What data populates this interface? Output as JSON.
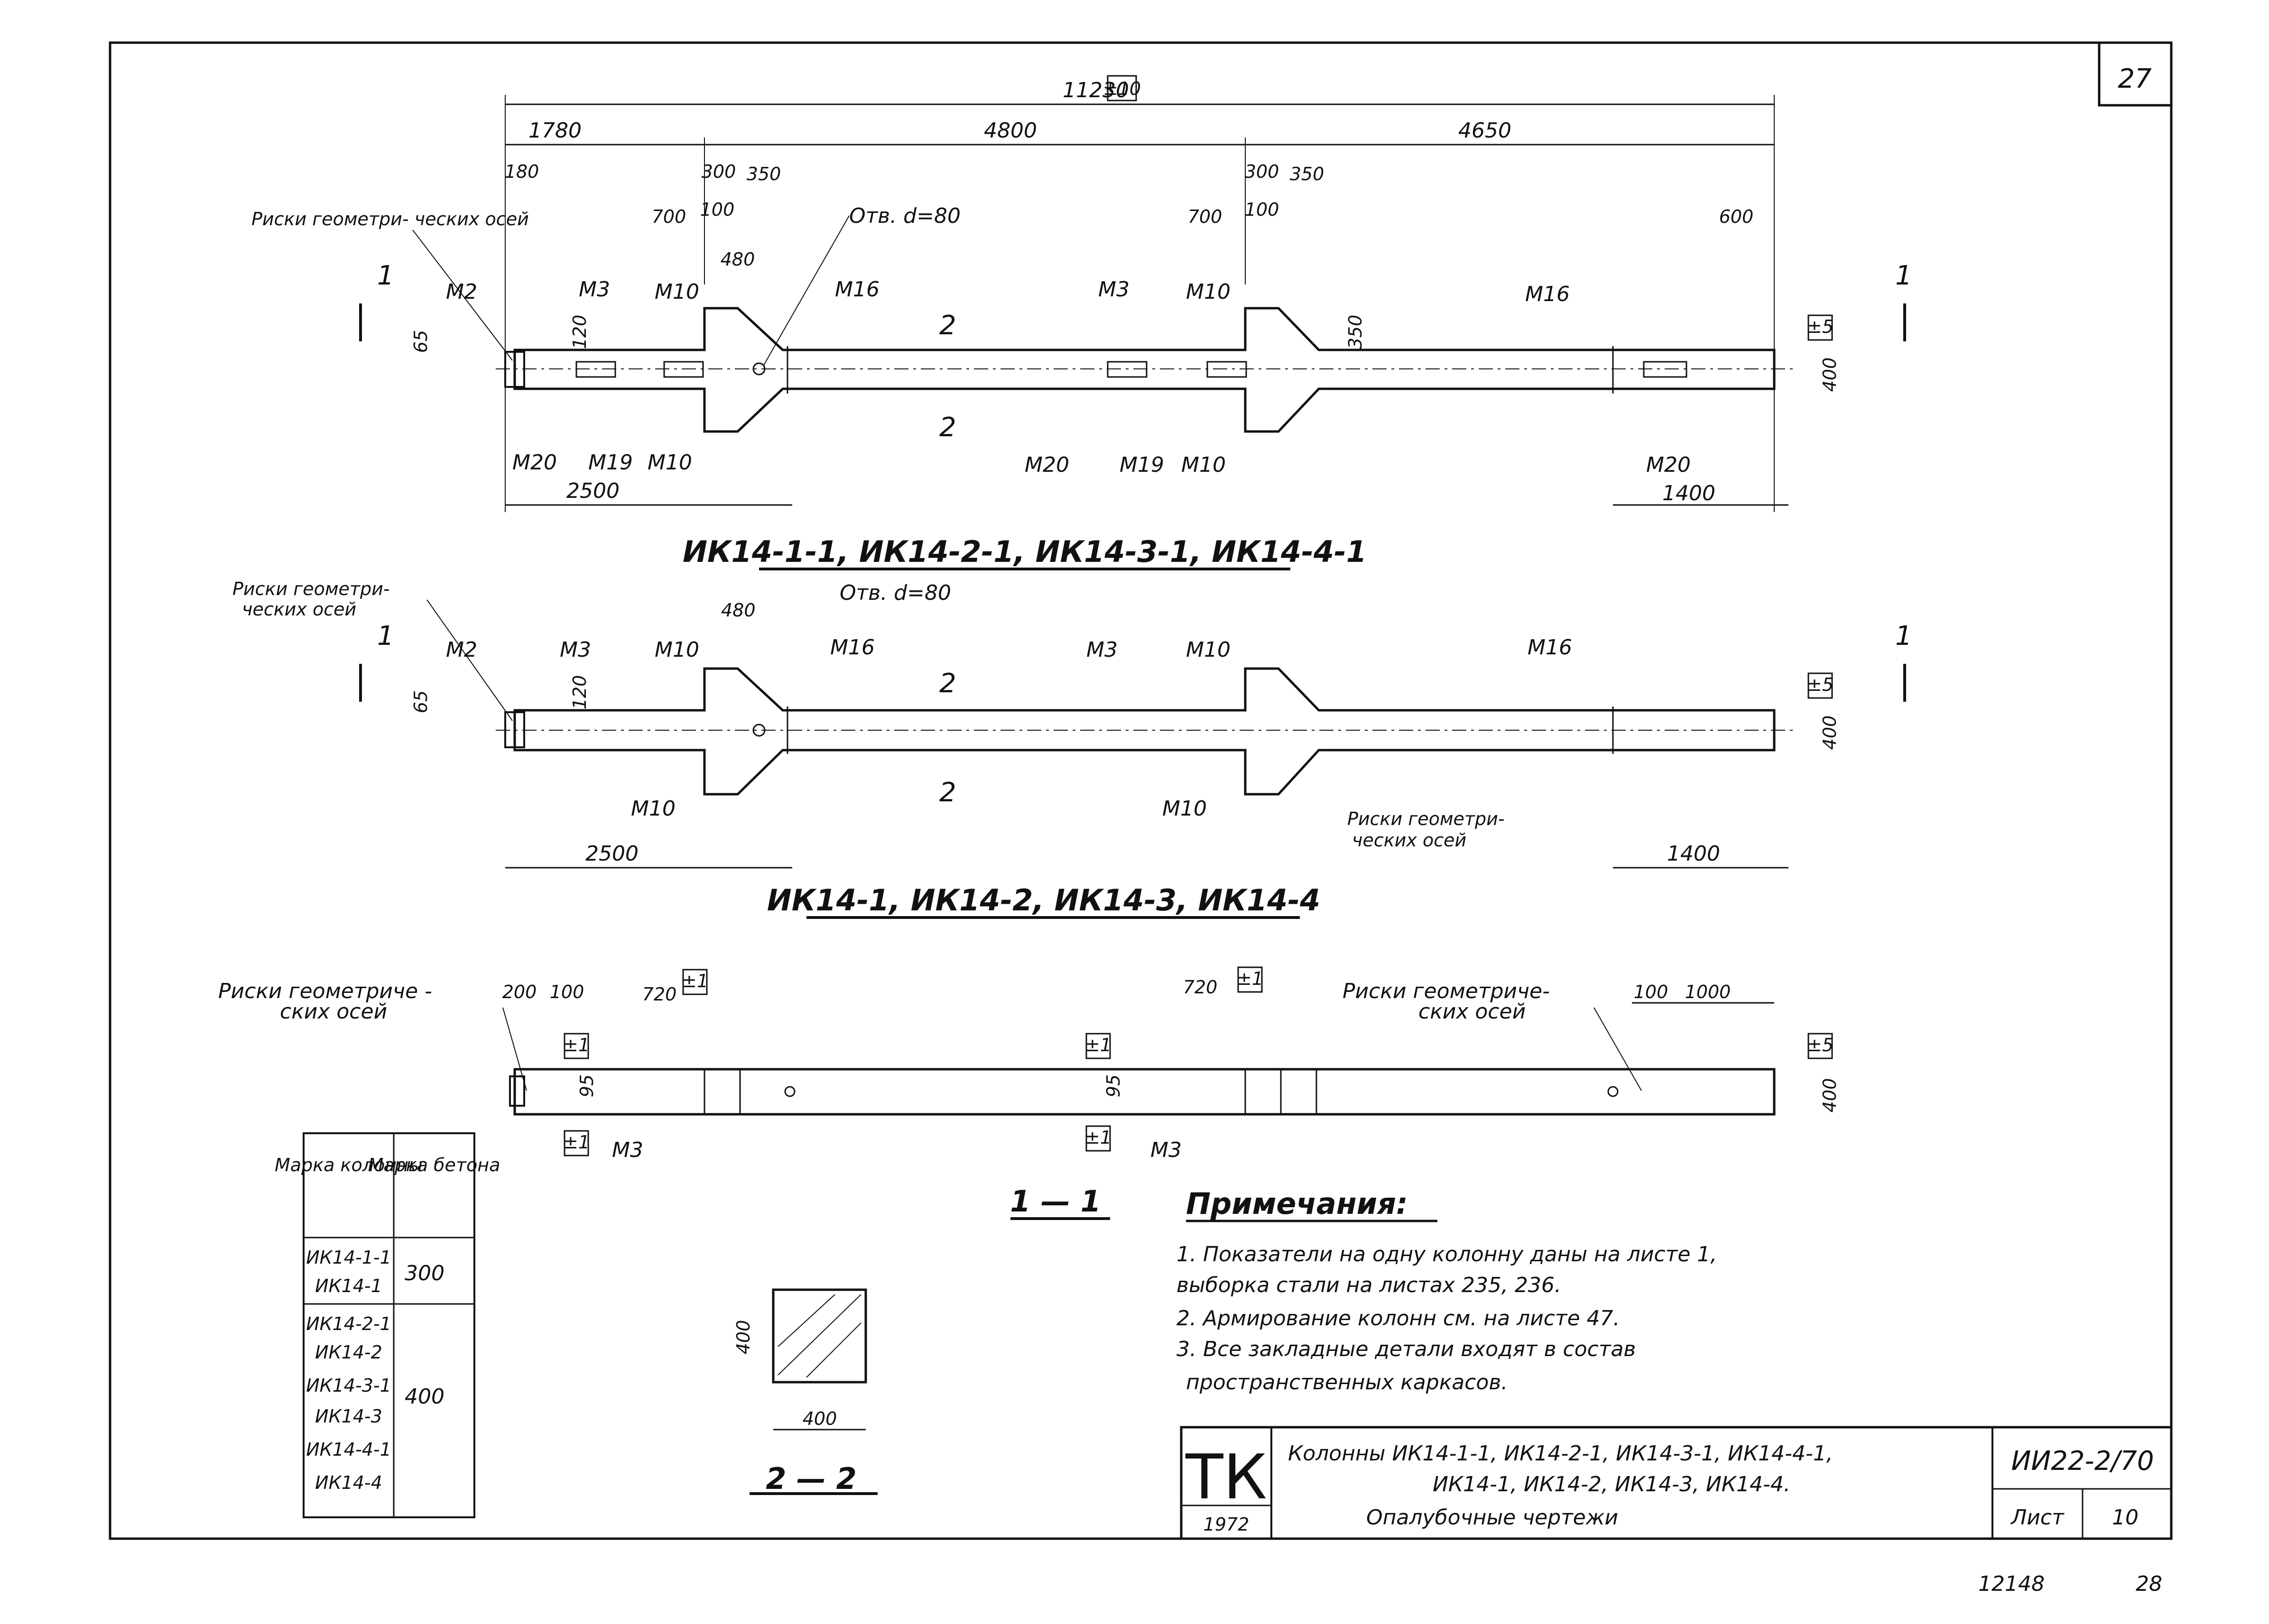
{
  "sheet_number": "27",
  "view1": {
    "overall": "11230",
    "overall_tol": "±10",
    "segments": [
      "1780",
      "4800",
      "4650"
    ],
    "d180": "180",
    "d700a": "700",
    "d100a": "100",
    "d300a": "300",
    "d350a": "350",
    "d480": "480",
    "d700b": "700",
    "d100b": "100",
    "d300b": "300",
    "d350b": "350",
    "d600": "600",
    "d2500": "2500",
    "d1400": "1400",
    "d400": "400",
    "d350v": "350",
    "d120": "120",
    "d65": "65",
    "tol5": "±5",
    "hole": "Отв. d=80",
    "axis_marks": "Риски геометри-\nческих осей",
    "labels": {
      "m2": "М2",
      "m3": "М3",
      "m10": "М10",
      "m16": "М16",
      "m19": "М19",
      "m20": "М20"
    },
    "section_1": "1",
    "section_2": "2",
    "caption": "ИК14-1-1, ИК14-2-1, ИК14-3-1, ИК14-4-1"
  },
  "view2": {
    "axis_marks_line1": "Риски геометри-",
    "axis_marks_line2": "ческих осей",
    "axis_marks2_line1": "Риски геометри-",
    "axis_marks2_line2": "ческих осей",
    "hole": "Отв. d=80",
    "d480": "480",
    "d2500": "2500",
    "d1400": "1400",
    "d400": "400",
    "d65": "65",
    "d120": "120",
    "tol5": "±5",
    "labels": {
      "m2": "М2",
      "m3": "М3",
      "m10": "М10",
      "m16": "М16"
    },
    "caption": "ИК14-1, ИК14-2, ИК14-3, ИК14-4"
  },
  "view3": {
    "axis_marks_line1": "Риски геометриче -",
    "axis_marks_line2": "ских осей",
    "axis_marks2_line1": "Риски геометриче-",
    "axis_marks2_line2": "ских осей",
    "d200": "200",
    "d100": "100",
    "d720a": "720",
    "d720b": "720",
    "d100b": "100",
    "d1000": "1000",
    "d95": "95",
    "d400": "400",
    "tol1": "±1",
    "tol5": "±5",
    "m3": "М3",
    "caption": "1 — 1"
  },
  "table": {
    "headers": [
      "Марка колонны",
      "Марка бетона"
    ],
    "rows": [
      {
        "cols": [
          "ИК14-1-1",
          "ИК14-1"
        ],
        "grade": "300"
      },
      {
        "cols": [
          "ИК14-2-1",
          "ИК14-2",
          "ИК14-3-1",
          "ИК14-3",
          "ИК14-4-1",
          "ИК14-4"
        ],
        "grade": "400"
      }
    ]
  },
  "section22": {
    "width": "400",
    "height": "400",
    "caption": "2 — 2"
  },
  "notes": {
    "title": "Примечания:",
    "lines": [
      "1. Показатели на одну колонну даны на листе 1,",
      "выборка стали на листах 235, 236.",
      "2. Армирование колонн  см. на листе 47.",
      "3. Все закладные детали   входят в состав",
      "пространственных  каркасов."
    ]
  },
  "title_block": {
    "logo": "ТК",
    "year": "1972",
    "line1": "Колонны  ИК14-1-1, ИК14-2-1, ИК14-3-1, ИК14-4-1,",
    "line2": "ИК14-1, ИК14-2, ИК14-3, ИК14-4.",
    "line3": "Опалубочные  чертежи",
    "code": "ИИ22-2/70",
    "sheet_label": "Лист",
    "sheet_value": "10"
  },
  "footer": {
    "left": "12148",
    "right": "28"
  }
}
